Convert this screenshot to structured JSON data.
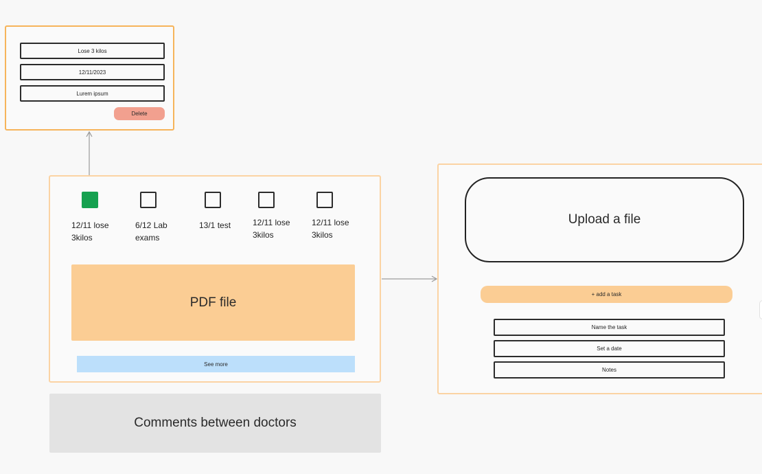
{
  "task_detail": {
    "fields": [
      "Lose 3 kilos",
      "12/11/2023",
      "Lurem ipsum"
    ],
    "delete_label": "Delete"
  },
  "timeline": {
    "steps": [
      {
        "label": "12/11 lose 3kilos",
        "completed": true
      },
      {
        "label": "6/12 Lab exams",
        "completed": false
      },
      {
        "label": "13/1 test",
        "completed": false
      },
      {
        "label": "12/11 lose 3kilos",
        "completed": false
      },
      {
        "label": "12/11 lose 3kilos",
        "completed": false
      }
    ],
    "pdf_label": "PDF file",
    "see_more_label": "See more"
  },
  "comments": {
    "label": "Comments between doctors"
  },
  "upload": {
    "title": "Upload a file",
    "add_task_label": "+ add a task",
    "fields": [
      "Name the task",
      "Set a date",
      "Notes"
    ]
  },
  "colors": {
    "accent_orange": "#f6b45a",
    "card_border": "#fbd3a3",
    "pdf_fill": "#fbcd94",
    "delete_fill": "#f2a08f",
    "see_more_fill": "#bcdffb",
    "completed_step": "#16a150",
    "comments_fill": "#e3e3e3",
    "connector": "#9a9a9a"
  }
}
